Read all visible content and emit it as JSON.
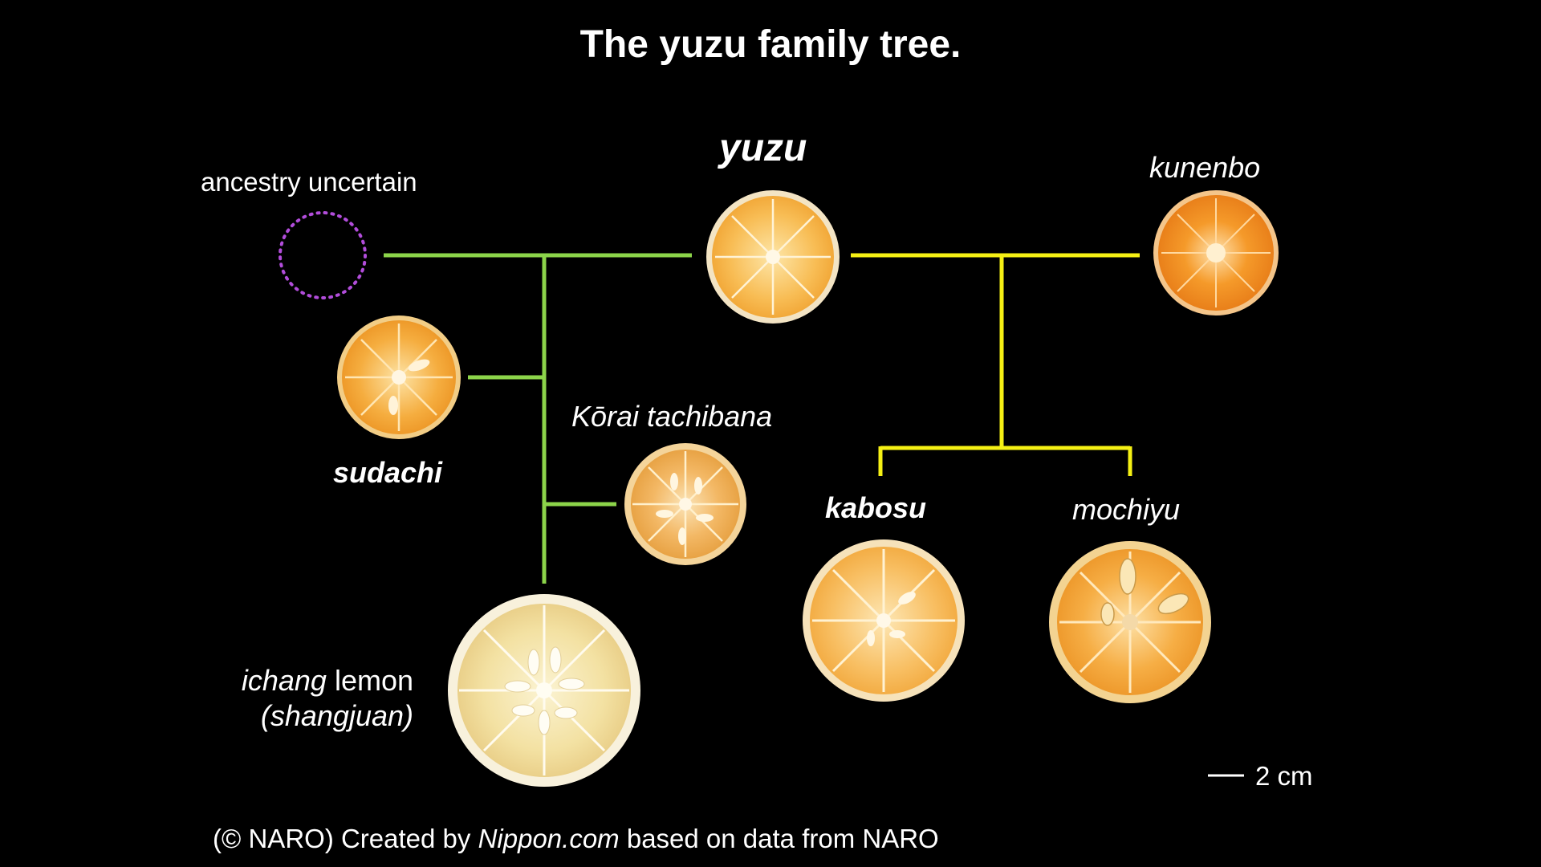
{
  "title": "The yuzu family tree.",
  "nodes": {
    "yuzu": "yuzu",
    "ancestry": "ancestry uncertain",
    "kunenbo": "kunenbo",
    "sudachi": "sudachi",
    "korai": "Kōrai tachibana",
    "ichang_it": "ichang",
    "ichang_rest": " lemon",
    "ichang_sub": "(shangjuan)",
    "kabosu": "kabosu",
    "mochiyu": "mochiyu"
  },
  "scale_label": "2 cm",
  "credit": {
    "pre": "(© NARO)  Created by ",
    "site": "Nippon.com",
    "post": " based on data from NARO"
  },
  "colors": {
    "yuzu_lineage": "#8cd44a",
    "kabosu_lineage": "#f5f014",
    "uncertain": "#b24ddb"
  }
}
